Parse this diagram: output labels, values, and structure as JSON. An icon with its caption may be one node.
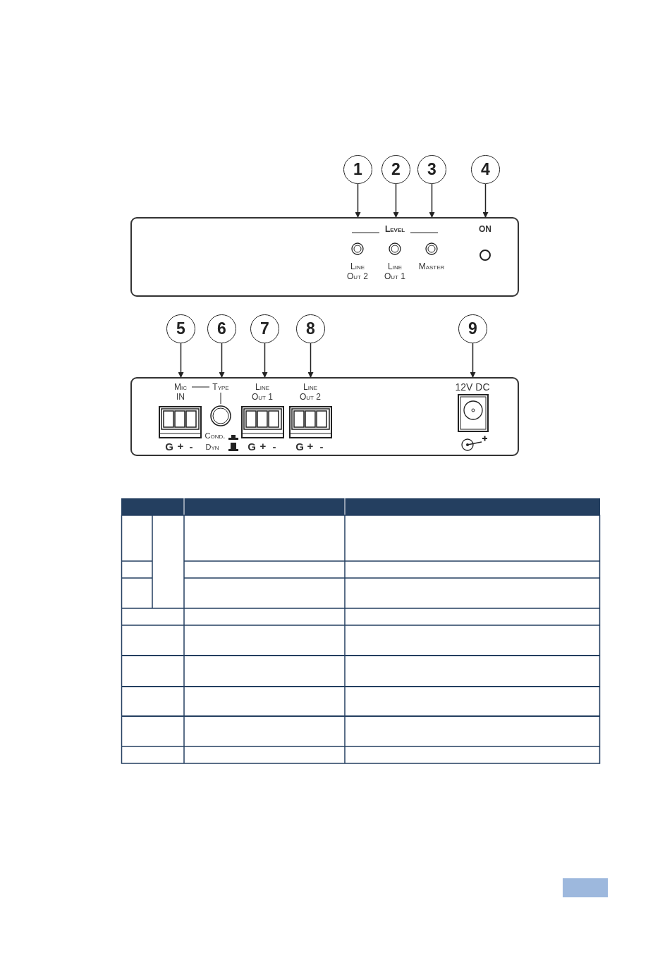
{
  "diagram": {
    "nodes": [
      {
        "text": [],
        "shape": "box"
      },
      {
        "text": [
          "1"
        ]
      },
      {
        "text": [
          "2"
        ]
      },
      {
        "text": [
          "3"
        ]
      },
      {
        "text": [
          "4"
        ]
      },
      {
        "text": [],
        "shape": "box"
      },
      {
        "text": [
          "5"
        ]
      },
      {
        "text": [
          "6"
        ]
      },
      {
        "text": [
          "7"
        ]
      },
      {
        "text": [
          "8"
        ]
      },
      {
        "text": [
          "9"
        ]
      }
    ],
    "edges": [
      {
        "from": 1,
        "to": 0,
        "arrow": "to"
      },
      {
        "from": 2,
        "to": 0,
        "arrow": "to"
      },
      {
        "from": 3,
        "to": 0,
        "arrow": "to"
      },
      {
        "from": 4,
        "to": 0,
        "arrow": "to"
      },
      {
        "from": 6,
        "to": 5,
        "arrow": "to"
      },
      {
        "from": 7,
        "to": 5,
        "arrow": "to"
      },
      {
        "from": 8,
        "to": 5,
        "arrow": "to"
      },
      {
        "from": 9,
        "to": 5,
        "arrow": "to"
      },
      {
        "from": 10,
        "to": 5,
        "arrow": "to"
      }
    ],
    "labels": [
      "Level",
      "ON",
      "Line Out 2",
      "Line Out 1",
      "Master",
      "Mic IN",
      "Type",
      "Line Out 1",
      "Line Out 2",
      "12V DC",
      "Cond.",
      "G",
      "+",
      "-",
      "Dyn",
      "G",
      "+",
      "-",
      "G",
      "+",
      "-"
    ]
  }
}
